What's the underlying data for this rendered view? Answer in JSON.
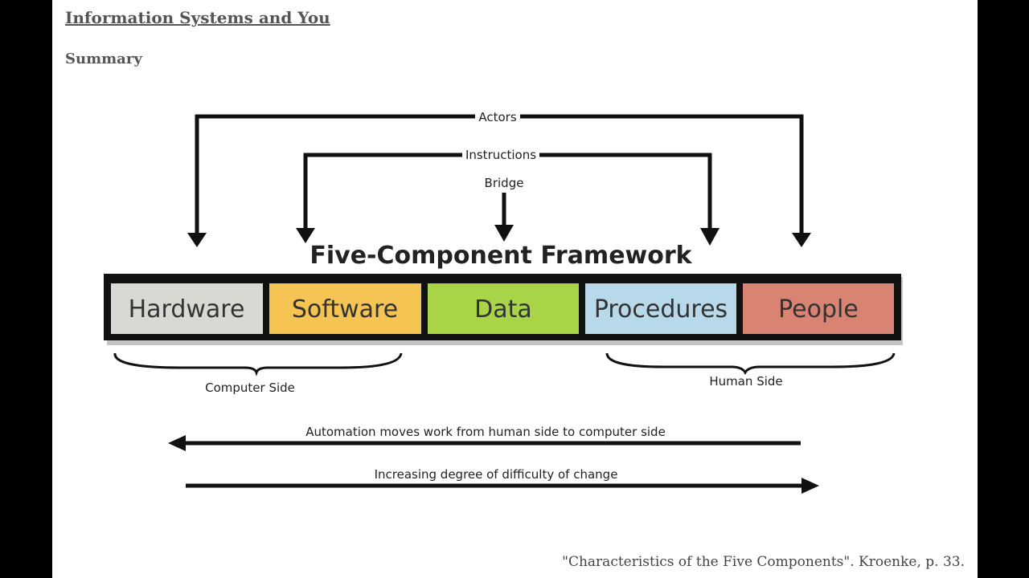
{
  "header": {
    "title": "Information Systems and You",
    "subtitle": "Summary"
  },
  "diagram": {
    "title": "Five-Component Framework",
    "components": [
      {
        "label": "Hardware",
        "color": "#d9d9d4"
      },
      {
        "label": "Software",
        "color": "#f6c452"
      },
      {
        "label": "Data",
        "color": "#a9d447"
      },
      {
        "label": "Procedures",
        "color": "#b7d9ea"
      },
      {
        "label": "People",
        "color": "#d98472"
      }
    ],
    "arrows": {
      "actors": "Actors",
      "instructions": "Instructions",
      "bridge": "Bridge"
    },
    "braces": {
      "computer_side": "Computer Side",
      "human_side": "Human Side"
    },
    "bottom_arrows": {
      "automation": "Automation moves work from human side to computer side",
      "difficulty": "Increasing degree of difficulty of change"
    }
  },
  "citation": "\"Characteristics of the Five Components\". Kroenke, p. 33."
}
